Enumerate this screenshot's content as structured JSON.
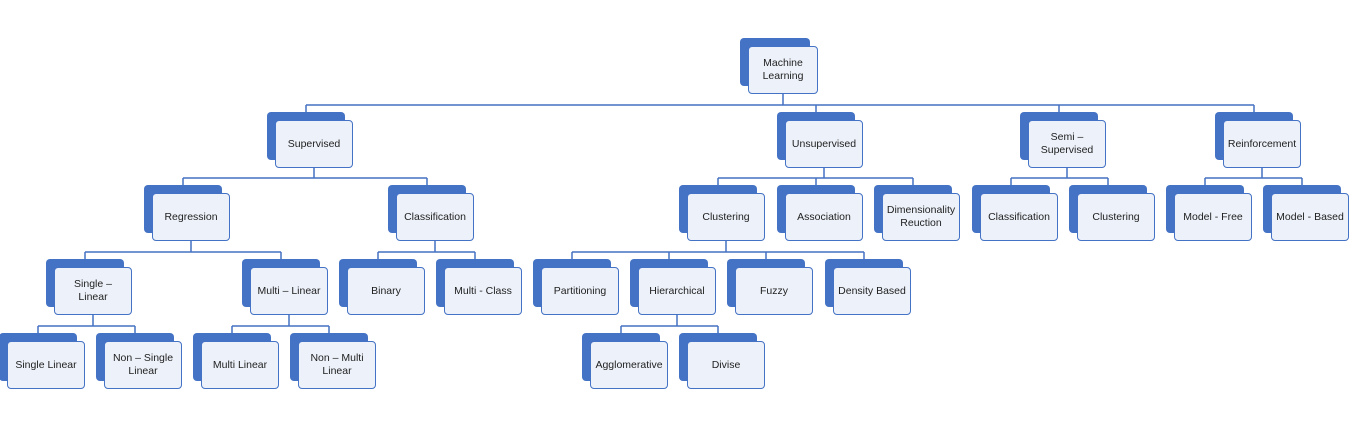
{
  "diagram": {
    "root": "ml",
    "nodes": {
      "ml": {
        "label": "Machine\nLearning"
      },
      "supervised": {
        "label": "Supervised"
      },
      "unsupervised": {
        "label": "Unsupervised"
      },
      "semi": {
        "label": "Semi –\nSupervised"
      },
      "reinforcement": {
        "label": "Reinforcement"
      },
      "regression": {
        "label": "Regression"
      },
      "classification": {
        "label": "Classification"
      },
      "clustering": {
        "label": "Clustering"
      },
      "association": {
        "label": "Association"
      },
      "dimred": {
        "label": "Dimensionality\nReuction"
      },
      "semi_classification": {
        "label": "Classification"
      },
      "semi_clustering": {
        "label": "Clustering"
      },
      "model_free": {
        "label": "Model - Free"
      },
      "model_based": {
        "label": "Model - Based"
      },
      "single_linear_group": {
        "label": "Single – Linear"
      },
      "multi_linear_group": {
        "label": "Multi – Linear"
      },
      "binary": {
        "label": "Binary"
      },
      "multi_class": {
        "label": "Multi - Class"
      },
      "partitioning": {
        "label": "Partitioning"
      },
      "hierarchical": {
        "label": "Hierarchical"
      },
      "fuzzy": {
        "label": "Fuzzy"
      },
      "density": {
        "label": "Density Based"
      },
      "single_linear": {
        "label": "Single Linear"
      },
      "non_single_linear": {
        "label": "Non – Single\nLinear"
      },
      "multi_linear": {
        "label": "Multi Linear"
      },
      "non_multi_linear": {
        "label": "Non – Multi\nLinear"
      },
      "agglomerative": {
        "label": "Agglomerative"
      },
      "divise": {
        "label": "Divise"
      }
    },
    "edges": [
      [
        "ml",
        "supervised"
      ],
      [
        "ml",
        "unsupervised"
      ],
      [
        "ml",
        "semi"
      ],
      [
        "ml",
        "reinforcement"
      ],
      [
        "supervised",
        "regression"
      ],
      [
        "supervised",
        "classification"
      ],
      [
        "unsupervised",
        "clustering"
      ],
      [
        "unsupervised",
        "association"
      ],
      [
        "unsupervised",
        "dimred"
      ],
      [
        "semi",
        "semi_classification"
      ],
      [
        "semi",
        "semi_clustering"
      ],
      [
        "reinforcement",
        "model_free"
      ],
      [
        "reinforcement",
        "model_based"
      ],
      [
        "regression",
        "single_linear_group"
      ],
      [
        "regression",
        "multi_linear_group"
      ],
      [
        "classification",
        "binary"
      ],
      [
        "classification",
        "multi_class"
      ],
      [
        "clustering",
        "partitioning"
      ],
      [
        "clustering",
        "hierarchical"
      ],
      [
        "clustering",
        "fuzzy"
      ],
      [
        "clustering",
        "density"
      ],
      [
        "single_linear_group",
        "single_linear"
      ],
      [
        "single_linear_group",
        "non_single_linear"
      ],
      [
        "multi_linear_group",
        "multi_linear"
      ],
      [
        "multi_linear_group",
        "non_multi_linear"
      ],
      [
        "hierarchical",
        "agglomerative"
      ],
      [
        "hierarchical",
        "divise"
      ]
    ],
    "colors": {
      "accent": "#4472c4",
      "node_fill": "#edf1f9",
      "text": "#1f1f1f"
    }
  }
}
